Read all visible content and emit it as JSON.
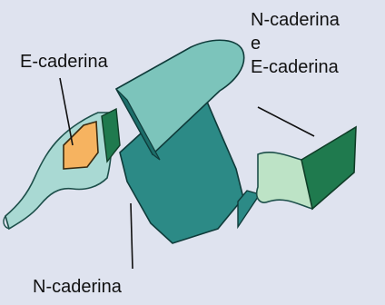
{
  "colors": {
    "background": "#dfe3ef",
    "light_teal": "#a9d9d3",
    "mint": "#bde3c6",
    "dark_green": "#1f7a4e",
    "orange": "#f6b360",
    "teal": "#2c8a86",
    "teal_dark": "#1d6e6a",
    "teal_light": "#7cc4bb"
  },
  "labels": {
    "e_cadherin": "E-caderina",
    "n_and_e_line1": "N-caderina",
    "n_and_e_line2": "e",
    "n_and_e_line3": "E-caderina",
    "n_cadherin": "N-caderina"
  }
}
